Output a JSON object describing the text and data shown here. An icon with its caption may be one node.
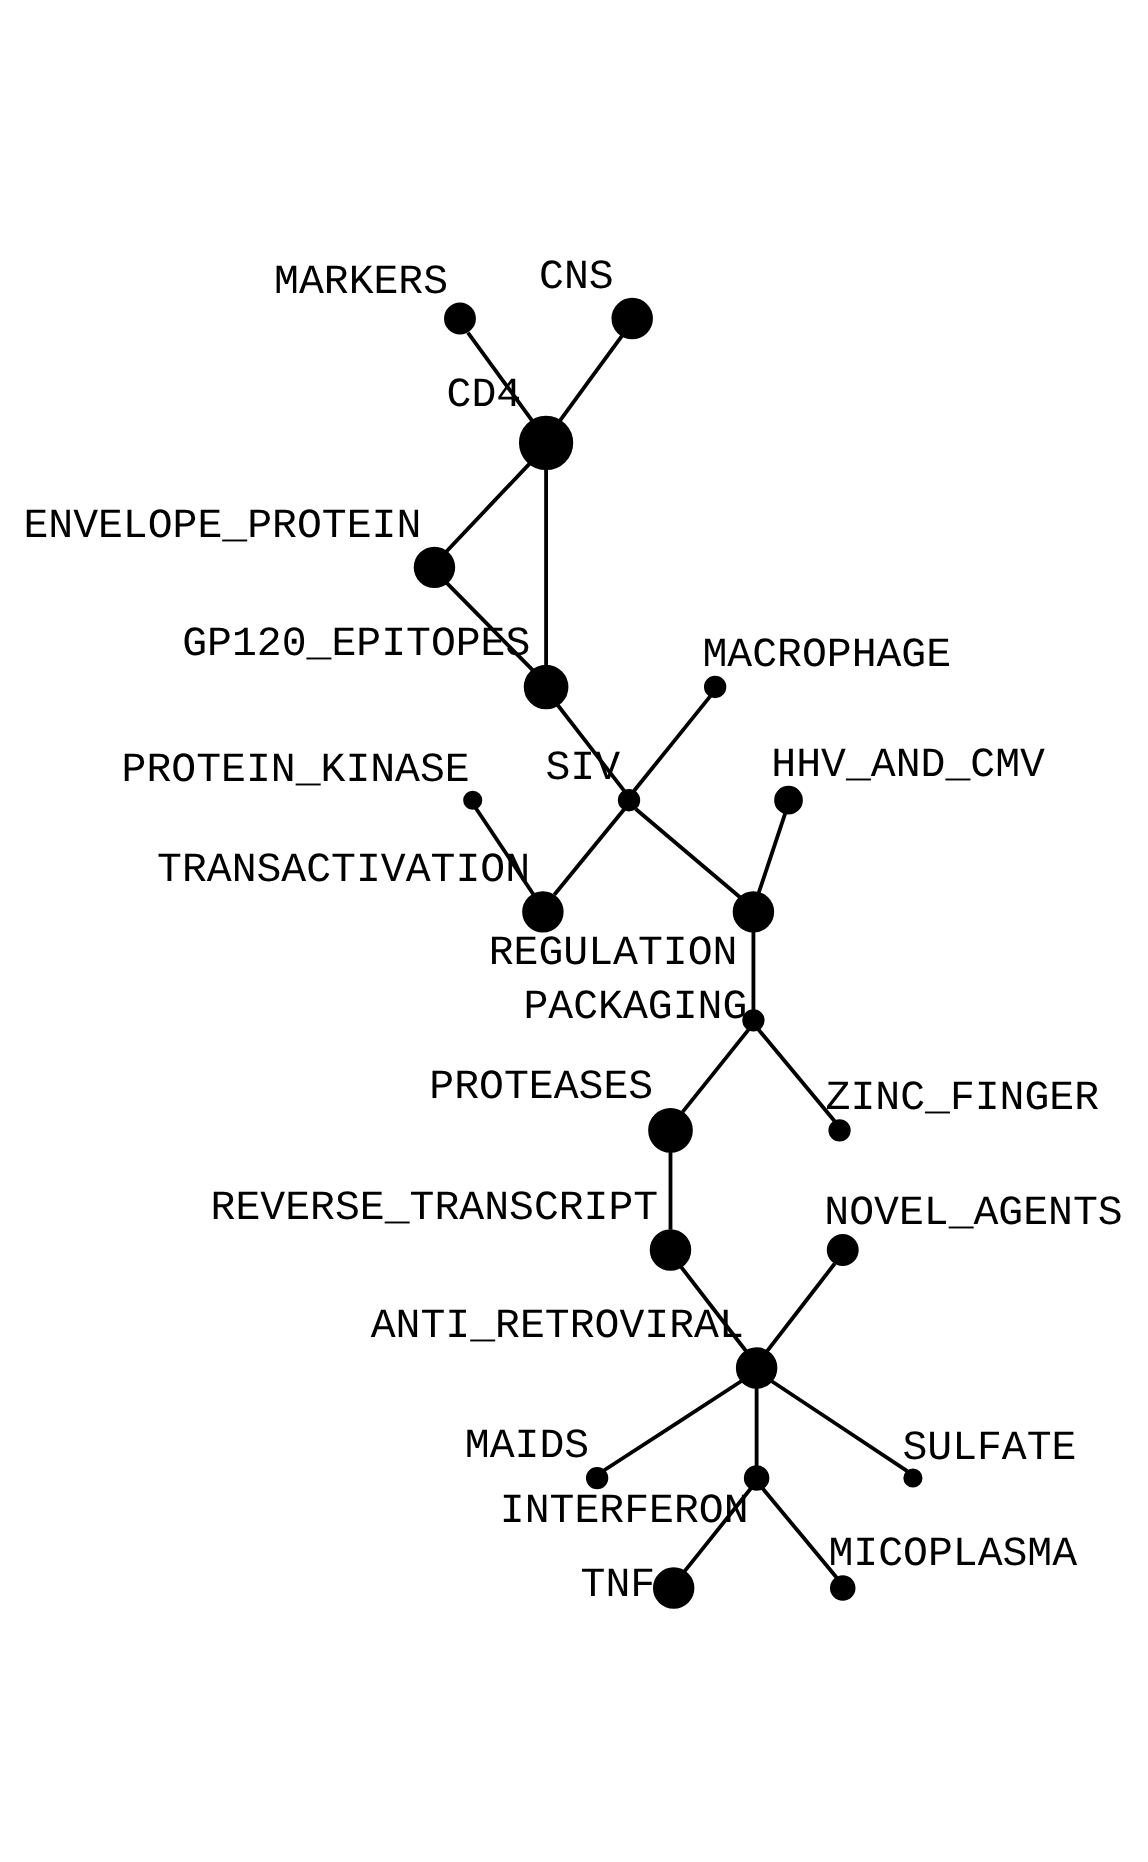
{
  "diagram": {
    "nodes": [
      {
        "text": [
          "MARKERS"
        ]
      },
      {
        "text": [
          "CNS"
        ]
      },
      {
        "text": [
          "CD4"
        ]
      },
      {
        "text": [
          "ENVELOPE_PROTEIN"
        ]
      },
      {
        "text": [
          "MACROPHAGE"
        ]
      },
      {
        "text": [
          "GP120_EPITOPES"
        ]
      },
      {
        "text": [
          "PROTEIN_KINASE"
        ]
      },
      {
        "text": [
          "SIV"
        ]
      },
      {
        "text": [
          "TRANSACTIVATION"
        ]
      },
      {
        "text": [
          "HHV_AND_CMV"
        ]
      },
      {
        "text": [
          "REGULATION"
        ]
      },
      {
        "text": [
          "PACKAGING"
        ]
      },
      {
        "text": [
          "PROTEASES"
        ]
      },
      {
        "text": [
          "ZINC_FINGER"
        ]
      },
      {
        "text": [
          "REVERSE_TRANSCRIPT"
        ]
      },
      {
        "text": [
          "NOVEL_AGENTS"
        ]
      },
      {
        "text": [
          "ANTI_RETROVIRAL"
        ]
      },
      {
        "text": [
          "MAIDS"
        ]
      },
      {
        "text": [
          "INTERFERON"
        ]
      },
      {
        "text": [
          "SULFATE"
        ]
      },
      {
        "text": [
          "TNF"
        ]
      },
      {
        "text": [
          "MICOPLASMA"
        ]
      }
    ],
    "edges": [
      {
        "from": 0,
        "to": 2,
        "arrow": "none"
      },
      {
        "from": 1,
        "to": 2,
        "arrow": "none"
      },
      {
        "from": 2,
        "to": 3,
        "arrow": "none"
      },
      {
        "from": 2,
        "to": 5,
        "arrow": "none"
      },
      {
        "from": 3,
        "to": 5,
        "arrow": "none"
      },
      {
        "from": 4,
        "to": 7,
        "arrow": "none"
      },
      {
        "from": 5,
        "to": 7,
        "arrow": "none"
      },
      {
        "from": 6,
        "to": 8,
        "arrow": "none"
      },
      {
        "from": 7,
        "to": 8,
        "arrow": "none"
      },
      {
        "from": 7,
        "to": 10,
        "arrow": "none"
      },
      {
        "from": 9,
        "to": 10,
        "arrow": "none"
      },
      {
        "from": 10,
        "to": 11,
        "arrow": "none"
      },
      {
        "from": 11,
        "to": 12,
        "arrow": "none"
      },
      {
        "from": 11,
        "to": 13,
        "arrow": "none"
      },
      {
        "from": 12,
        "to": 14,
        "arrow": "none"
      },
      {
        "from": 14,
        "to": 16,
        "arrow": "none"
      },
      {
        "from": 15,
        "to": 16,
        "arrow": "none"
      },
      {
        "from": 16,
        "to": 17,
        "arrow": "none"
      },
      {
        "from": 16,
        "to": 18,
        "arrow": "none"
      },
      {
        "from": 16,
        "to": 19,
        "arrow": "none"
      },
      {
        "from": 18,
        "to": 20,
        "arrow": "none"
      },
      {
        "from": 18,
        "to": 21,
        "arrow": "none"
      }
    ]
  }
}
